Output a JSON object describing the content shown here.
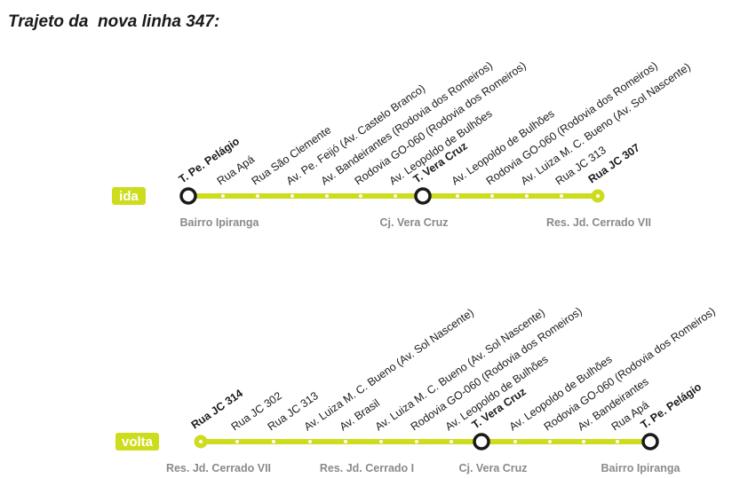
{
  "title": "Trajeto da  nova linha 347:",
  "colors": {
    "line": "#cddc1d",
    "terminal": "#1a1a1a",
    "district": "#8a8a8a"
  },
  "ida": {
    "badge": "ida",
    "stops": [
      {
        "label": "T. Pe. Pelágio",
        "type": "terminal"
      },
      {
        "label": "Rua Apá",
        "type": "stop"
      },
      {
        "label": "Rua São Clemente",
        "type": "stop"
      },
      {
        "label": "Av. Pe. Feijó (Av. Castelo Branco)",
        "type": "stop"
      },
      {
        "label": "Av. Bandeirantes (Rodovia dos Romeiros)",
        "type": "stop"
      },
      {
        "label": "Rodovia GO-060 (Rodovia dos Romeiros)",
        "type": "stop"
      },
      {
        "label": "Av. Leopoldo de Bulhões",
        "type": "stop"
      },
      {
        "label": "T. Vera Cruz",
        "type": "terminal"
      },
      {
        "label": "Av. Leopoldo de Bulhões",
        "type": "stop"
      },
      {
        "label": "Rodovia GO-060 (Rodovia dos Romeiros)",
        "type": "stop"
      },
      {
        "label": "Av. Luiza M. C. Bueno (Av. Sol Nascente)",
        "type": "stop"
      },
      {
        "label": "Rua JC 313",
        "type": "stop"
      },
      {
        "label": "Rua JC 307",
        "type": "end"
      }
    ],
    "districts": [
      "Bairro Ipiranga",
      "Cj. Vera Cruz",
      "Res. Jd. Cerrado VII"
    ]
  },
  "volta": {
    "badge": "volta",
    "stops": [
      {
        "label": "Rua JC 314",
        "type": "end"
      },
      {
        "label": "Rua JC 302",
        "type": "stop"
      },
      {
        "label": "Rua JC 313",
        "type": "stop"
      },
      {
        "label": "Av. Luiza M. C. Bueno (Av. Sol Nascente)",
        "type": "stop"
      },
      {
        "label": "Av. Brasil",
        "type": "stop"
      },
      {
        "label": "Av. Luiza M. C. Bueno (Av. Sol Nascente)",
        "type": "stop"
      },
      {
        "label": "Rodovia GO-060 (Rodovia dos Romeiros)",
        "type": "stop"
      },
      {
        "label": "Av. Leopoldo de Bulhões",
        "type": "stop"
      },
      {
        "label": "T. Vera Cruz",
        "type": "terminal"
      },
      {
        "label": "Av. Leopoldo de Bulhões",
        "type": "stop"
      },
      {
        "label": "Rodovia GO-060 (Rodovia dos Romeiros)",
        "type": "stop"
      },
      {
        "label": "Av. Bandeirantes",
        "type": "stop"
      },
      {
        "label": "Rua Apá",
        "type": "stop"
      },
      {
        "label": "T. Pe. Pelágio",
        "type": "terminal"
      }
    ],
    "districts": [
      "Res. Jd. Cerrado VII",
      "Res. Jd. Cerrado I",
      "Cj. Vera Cruz",
      "Bairro Ipiranga"
    ]
  }
}
